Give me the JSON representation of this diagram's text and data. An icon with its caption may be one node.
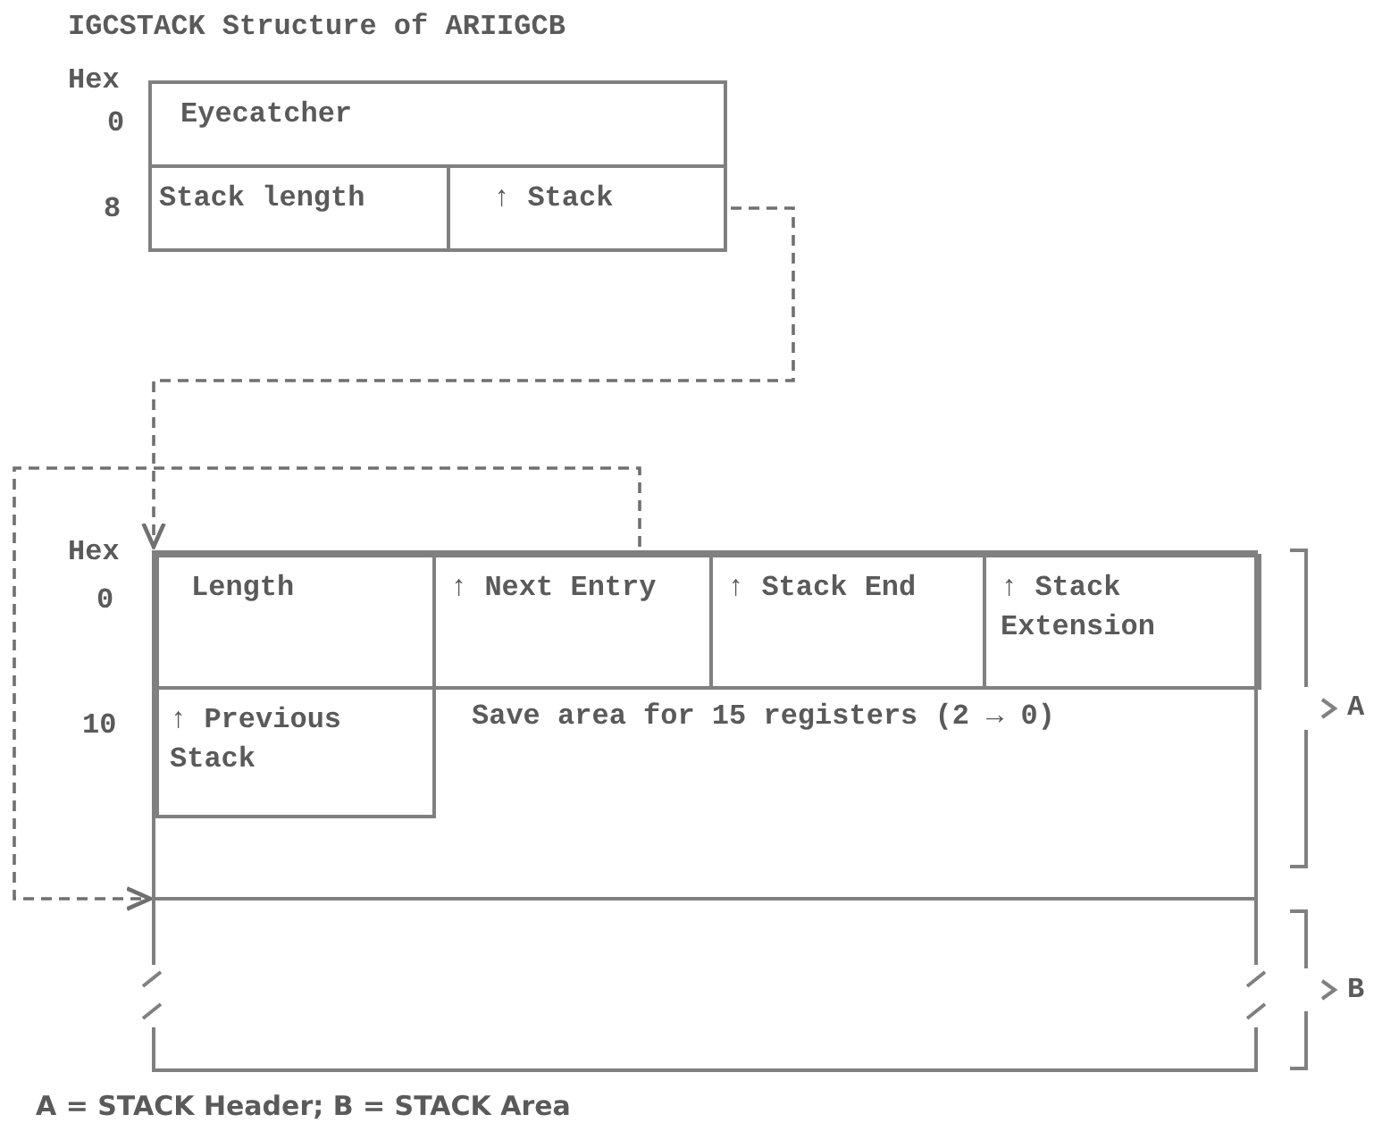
{
  "diagram": {
    "title": "IGCSTACK Structure of ARIIGCB",
    "caption": "A = STACK Header; B = STACK Area",
    "nodes": [
      {
        "text": [
          "Eyecatcher"
        ]
      },
      {
        "text": [
          "Stack length"
        ]
      },
      {
        "text": [
          "↑ Stack"
        ]
      },
      {
        "text": [],
        "shape": "box"
      },
      {
        "text": [
          "Length"
        ],
        "in": 3
      },
      {
        "text": [
          "↑ Next Entry"
        ],
        "in": 3
      },
      {
        "text": [
          "↑ Stack End"
        ],
        "in": 3
      },
      {
        "text": [
          "↑ Stack Extension"
        ],
        "in": 3
      },
      {
        "text": [
          "↑ Previous Stack"
        ],
        "in": 3
      },
      {
        "text": [
          "Save area for 15 registers (2 → 0)"
        ],
        "in": 3
      },
      {
        "text": [],
        "shape": "box"
      }
    ],
    "edges": [
      {
        "from": 2,
        "to": 3,
        "arrow": "to",
        "style": "dashed"
      },
      {
        "from": 5,
        "to": 10,
        "arrow": "to",
        "style": "dashed"
      }
    ],
    "labels": [
      "Hex",
      "0",
      "8",
      "Hex",
      "0",
      "10",
      "A",
      "B"
    ]
  }
}
